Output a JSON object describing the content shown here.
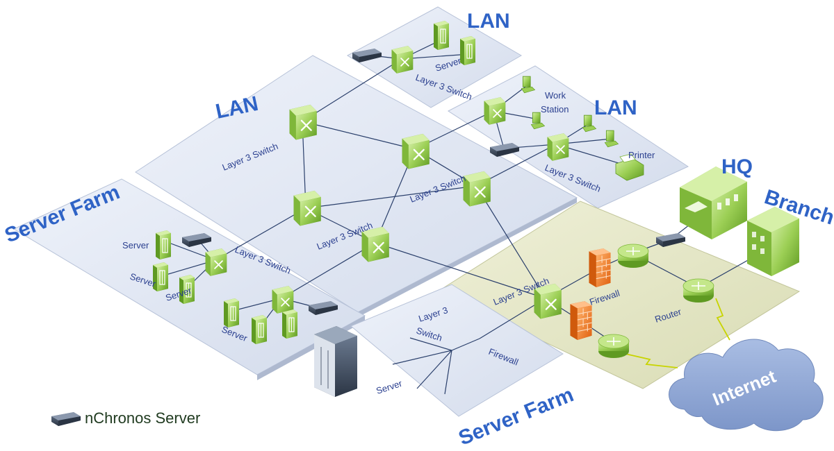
{
  "zones": {
    "lan_top": "LAN",
    "lan_main": "LAN",
    "lan_right": "LAN",
    "server_farm_left": "Server Farm",
    "server_farm_bottom": "Server Farm",
    "hq": "HQ",
    "branch": "Branch"
  },
  "labels": {
    "server": "Server",
    "layer3_switch": "Layer 3 Switch",
    "layer3": "Layer 3",
    "switch": "Switch",
    "work": "Work",
    "station": "Station",
    "printer": "Printer",
    "firewall": "Firewall",
    "router": "Router",
    "internet": "Internet"
  },
  "legend": {
    "label": "nChronos Server",
    "icon": "nchronos-server-icon"
  },
  "colors": {
    "zone_title": "#2f63c6",
    "label_text": "#2a3f8f",
    "lan_panel": "#dfe6f3",
    "wan_panel": "#e4e6c7",
    "device_green": "#8dc63f",
    "firewall_orange": "#f07a1c",
    "cloud_blue": "#8ea8d8",
    "link_line": "#2a3f6b"
  }
}
